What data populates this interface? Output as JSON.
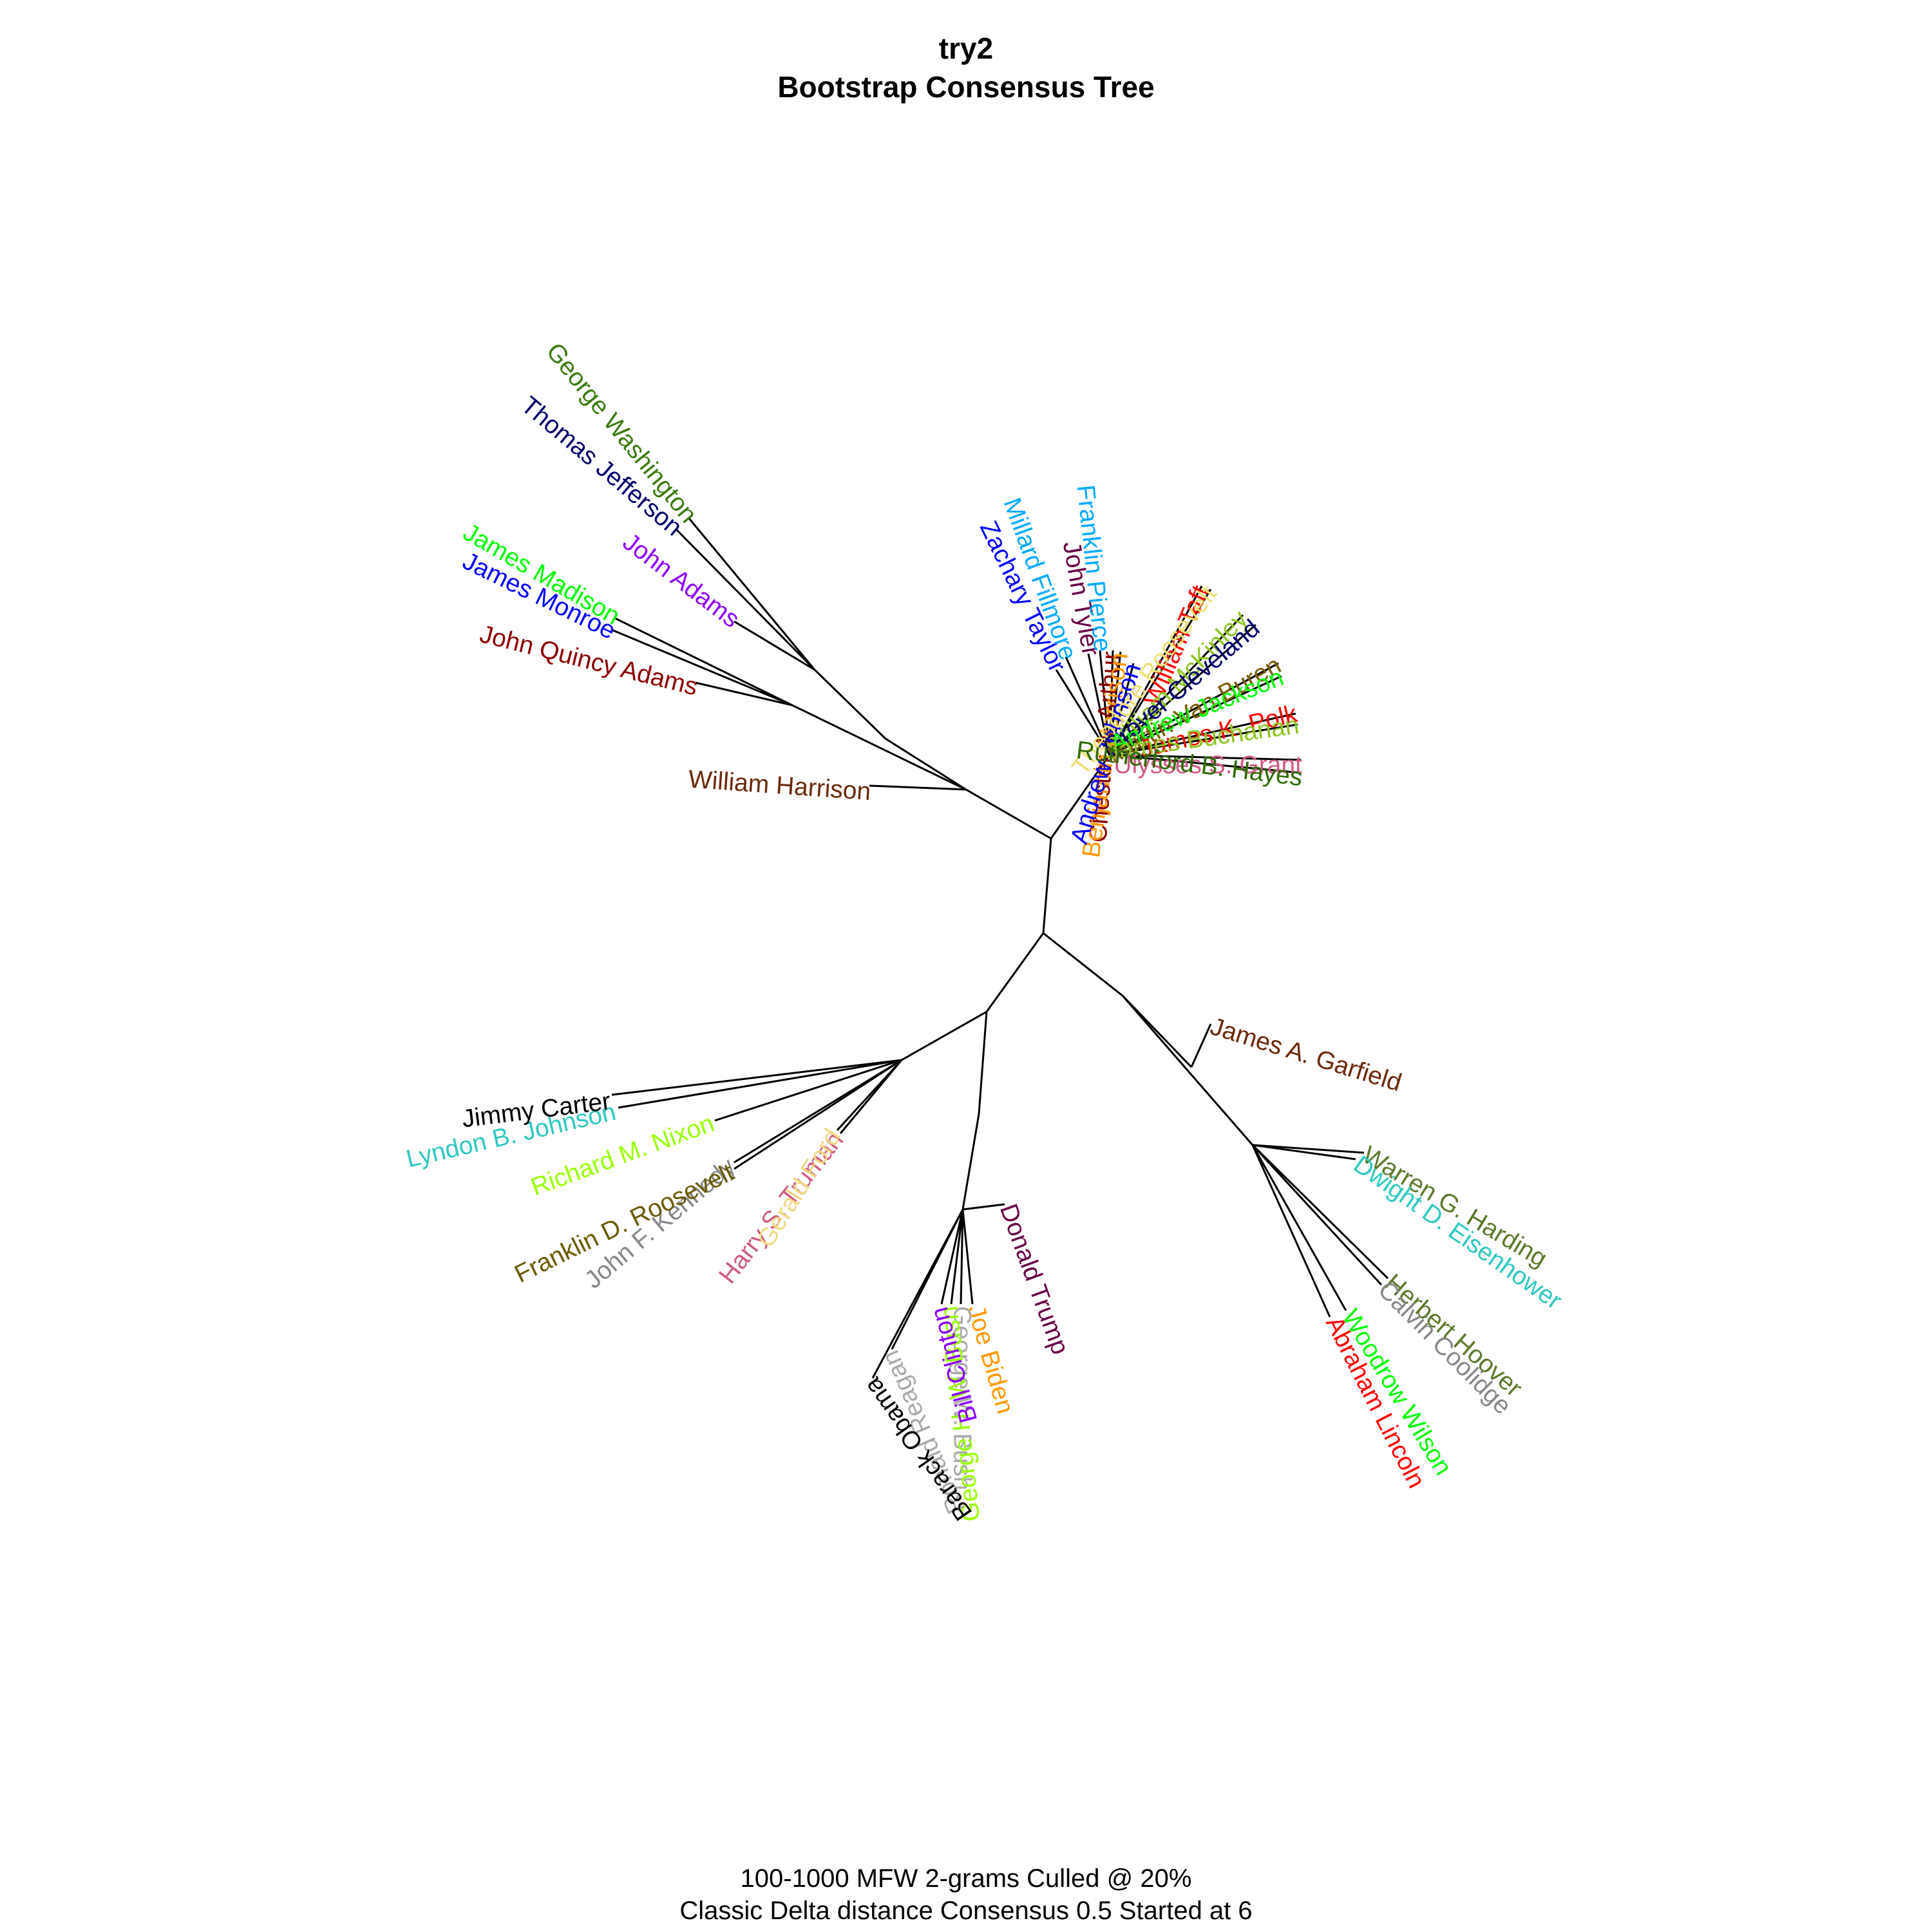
{
  "title_line1": "try2",
  "title_line2": "Bootstrap Consensus Tree",
  "subtitle_line1": "100-1000 MFW 2-grams Culled @ 20%",
  "subtitle_line2": "Classic Delta distance Consensus 0.5 Started at 6",
  "tips": [
    {
      "id": "george-washington",
      "label": "George Washington",
      "color": "#3a7a0f"
    },
    {
      "id": "thomas-jefferson",
      "label": "Thomas Jefferson",
      "color": "#00006e"
    },
    {
      "id": "john-adams",
      "label": "John Adams",
      "color": "#8e00ff"
    },
    {
      "id": "james-madison",
      "label": "James Madison",
      "color": "#00ff00"
    },
    {
      "id": "james-monroe",
      "label": "James Monroe",
      "color": "#0000ff"
    },
    {
      "id": "john-quincy-adams",
      "label": "John Quincy Adams",
      "color": "#8b0000"
    },
    {
      "id": "william-harrison",
      "label": "William Harrison",
      "color": "#6b2a0a"
    },
    {
      "id": "zachary-taylor",
      "label": "Zachary Taylor",
      "color": "#0000ff"
    },
    {
      "id": "millard-fillmore",
      "label": "Millard Fillmore",
      "color": "#00aaff"
    },
    {
      "id": "john-tyler",
      "label": "John Tyler",
      "color": "#660044"
    },
    {
      "id": "franklin-pierce",
      "label": "Franklin Pierce",
      "color": "#00aaff"
    },
    {
      "id": "chester-a-arthur",
      "label": "Chester A. Arthur",
      "color": "#8b0000"
    },
    {
      "id": "benjamin-harrison",
      "label": "Benjamin Harrison",
      "color": "#ff9900"
    },
    {
      "id": "andrew-johnson",
      "label": "Andrew Johnson",
      "color": "#0000ff"
    },
    {
      "id": "william-taft",
      "label": "William Taft",
      "color": "#ff0000"
    },
    {
      "id": "theodore-roosevelt",
      "label": "Theodore Roosevelt",
      "color": "#eee070"
    },
    {
      "id": "william-mckinley",
      "label": "William McKinley",
      "color": "#8ec620"
    },
    {
      "id": "grover-cleveland",
      "label": "Grover Cleveland",
      "color": "#00006e"
    },
    {
      "id": "martin-van-buren",
      "label": "Martin Van Buren",
      "color": "#7a5c00"
    },
    {
      "id": "andrew-jackson",
      "label": "Andrew Jackson",
      "color": "#00ff00"
    },
    {
      "id": "james-k-polk",
      "label": "James K. Polk",
      "color": "#ff0000"
    },
    {
      "id": "james-buchanan",
      "label": "James Buchanan",
      "color": "#8ec620"
    },
    {
      "id": "ulysses-s-grant",
      "label": "Ulysses S. Grant",
      "color": "#d05a86"
    },
    {
      "id": "rutherford-b-hayes",
      "label": "Rutherford B. Hayes",
      "color": "#2d6a00"
    },
    {
      "id": "james-a-garfield",
      "label": "James A. Garfield",
      "color": "#6b2a0a"
    },
    {
      "id": "warren-g-harding",
      "label": "Warren G. Harding",
      "color": "#5c7a2a"
    },
    {
      "id": "dwight-d-eisenhower",
      "label": "Dwight D. Eisenhower",
      "color": "#2ec8c0"
    },
    {
      "id": "herbert-hoover",
      "label": "Herbert Hoover",
      "color": "#5c7a2a"
    },
    {
      "id": "calvin-coolidge",
      "label": "Calvin Coolidge",
      "color": "#888888"
    },
    {
      "id": "woodrow-wilson",
      "label": "Woodrow Wilson",
      "color": "#00ff00"
    },
    {
      "id": "abraham-lincoln",
      "label": "Abraham Lincoln",
      "color": "#ff0000"
    },
    {
      "id": "donald-trump",
      "label": "Donald Trump",
      "color": "#660044"
    },
    {
      "id": "joe-biden",
      "label": "Joe Biden",
      "color": "#ff9900"
    },
    {
      "id": "george-w-bush",
      "label": "George W. Bush",
      "color": "#aaaaaa"
    },
    {
      "id": "george-h-w-bush",
      "label": "George H. W. Bush",
      "color": "#99ff00"
    },
    {
      "id": "bill-clinton",
      "label": "Bill Clinton",
      "color": "#8e00ff"
    },
    {
      "id": "ronald-reagan",
      "label": "Ronald Reagan",
      "color": "#aaaaaa"
    },
    {
      "id": "barack-obama",
      "label": "Barack Obama",
      "color": "#000000"
    },
    {
      "id": "harry-s-truman",
      "label": "Harry S. Truman",
      "color": "#d05a86"
    },
    {
      "id": "gerald-ford",
      "label": "Gerald Ford",
      "color": "#eed880"
    },
    {
      "id": "john-f-kennedy",
      "label": "John F. Kennedy",
      "color": "#888888"
    },
    {
      "id": "franklin-d-roosevelt",
      "label": "Franklin D. Roosevelt",
      "color": "#6b5a00"
    },
    {
      "id": "richard-m-nixon",
      "label": "Richard M. Nixon",
      "color": "#99ff00"
    },
    {
      "id": "lyndon-b-johnson",
      "label": "Lyndon B. Johnson",
      "color": "#2ec8c0"
    },
    {
      "id": "jimmy-carter",
      "label": "Jimmy Carter",
      "color": "#000000"
    }
  ]
}
